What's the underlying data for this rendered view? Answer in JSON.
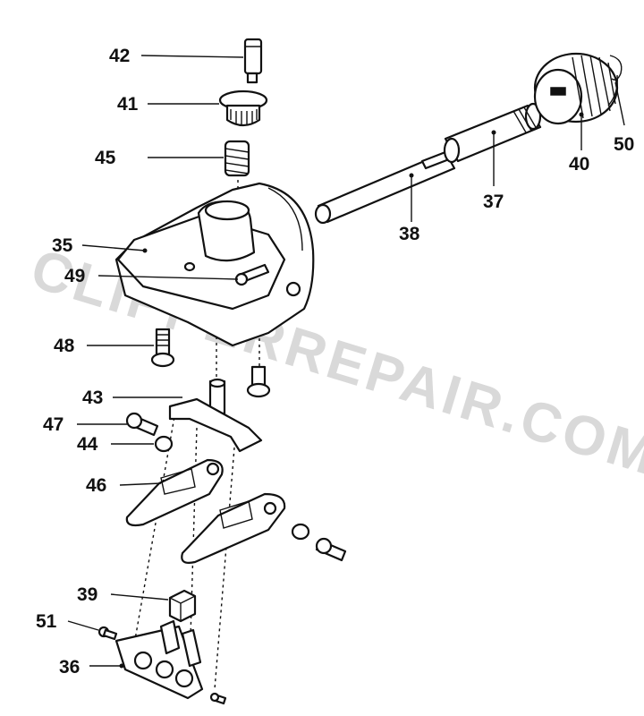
{
  "watermark": "CLIPPERREPAIR.COM",
  "callouts": {
    "p35": "35",
    "p36": "36",
    "p37": "37",
    "p38": "38",
    "p39": "39",
    "p40": "40",
    "p41": "41",
    "p42": "42",
    "p43": "43",
    "p44": "44",
    "p45": "45",
    "p46": "46",
    "p47": "47",
    "p48": "48",
    "p49": "49",
    "p50": "50",
    "p51": "51"
  }
}
